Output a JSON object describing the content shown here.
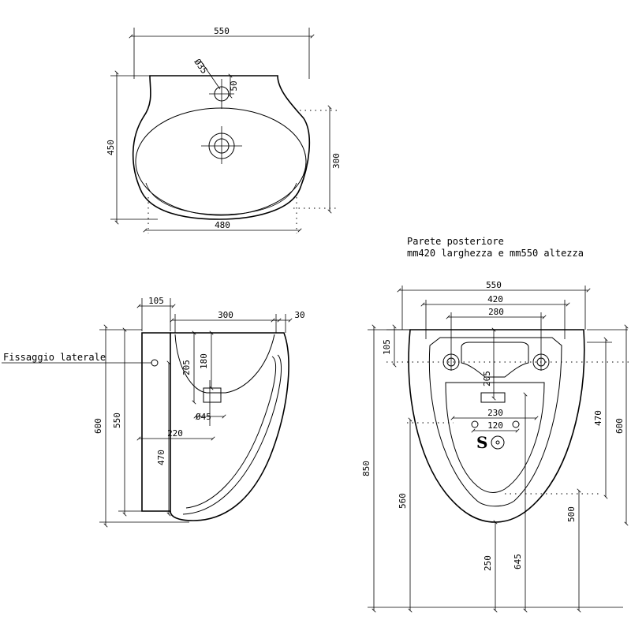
{
  "colors": {
    "ink": "#000000",
    "paper": "#ffffff"
  },
  "top_view": {
    "dims": {
      "overall_width": "550",
      "bowl_width": "480",
      "depth": "450",
      "bowl_depth": "300",
      "tap_offset": "50",
      "tap_diameter": "Ø35"
    }
  },
  "side_view": {
    "label": "Fissaggio laterale",
    "dims": {
      "wall_105": "105",
      "basin_300": "300",
      "rim_30": "30",
      "depth_205": "205",
      "depth_180": "180",
      "drain_45": "Ø45",
      "drain_220": "220",
      "height_600": "600",
      "height_550": "550",
      "height_470": "470"
    }
  },
  "rear_view": {
    "note_line1": "Parete posteriore",
    "note_line2": "mm420 larghezza e mm550 altezza",
    "s_mark": "S",
    "dims": {
      "w550": "550",
      "w420": "420",
      "w280": "280",
      "w230": "230",
      "w120": "120",
      "h105": "105",
      "h205": "205",
      "h470": "470",
      "h600": "600",
      "h850": "850",
      "h560": "560",
      "h500": "500",
      "h250": "250",
      "h645": "645"
    }
  }
}
